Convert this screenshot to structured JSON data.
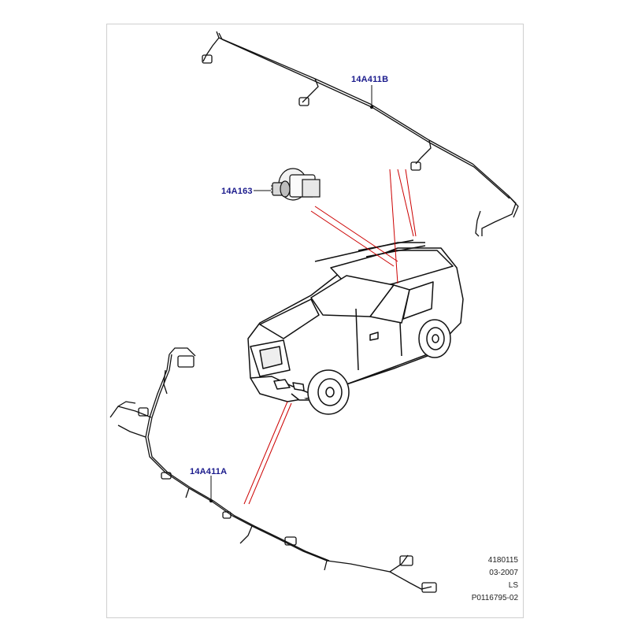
{
  "parts": {
    "rear_harness": "14A411B",
    "sensor": "14A163",
    "front_harness": "14A411A"
  },
  "footer": {
    "ref_number": "4180115",
    "date": "03-2007",
    "initials": "LS",
    "illustration_id": "P0116795-02"
  },
  "colors": {
    "callout_text": "#1a1a8c",
    "leader_line": "#cc0000",
    "outline": "#111111"
  }
}
